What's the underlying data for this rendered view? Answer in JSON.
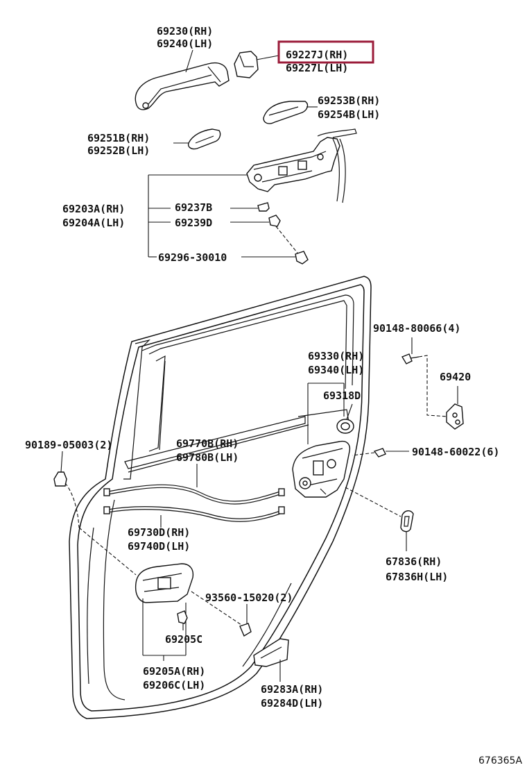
{
  "diagram_code": "676365A",
  "highlighted_part": "69227J(RH)",
  "labels": {
    "h_outer_rh": "69230(RH)",
    "h_outer_lh": "69240(LH)",
    "h_cover_rh": "69227J(RH)",
    "h_cover_lh": "69227L(LH)",
    "pad_a_rh": "69253B(RH)",
    "pad_a_lh": "69254B(LH)",
    "pad_b_rh": "69251B(RH)",
    "pad_b_lh": "69252B(LH)",
    "frame_rh": "69203A(RH)",
    "frame_lh": "69204A(LH)",
    "clip_a": "69237B",
    "clip_b": "69239D",
    "bolt_frame": "69296-30010",
    "screw_top": "90148-80066(4)",
    "striker": "69420",
    "lock_rh": "69330(RH)",
    "lock_lh": "69340(LH)",
    "lock_sub": "69318D",
    "screw_lock": "90148-60022(6)",
    "clip_left": "90189-05003(2)",
    "cable_a_rh": "69770B(RH)",
    "cable_a_lh": "69780B(LH)",
    "cable_b_rh": "69730D(RH)",
    "cable_b_lh": "69740D(LH)",
    "grommet_rh": "67836(RH)",
    "grommet_lh": "67836H(LH)",
    "screw_inner": "93560-15020(2)",
    "inner_clip": "69205C",
    "inner_rh": "69205A(RH)",
    "inner_lh": "69206C(LH)",
    "bezel_rh": "69283A(RH)",
    "bezel_lh": "69284D(LH)"
  }
}
